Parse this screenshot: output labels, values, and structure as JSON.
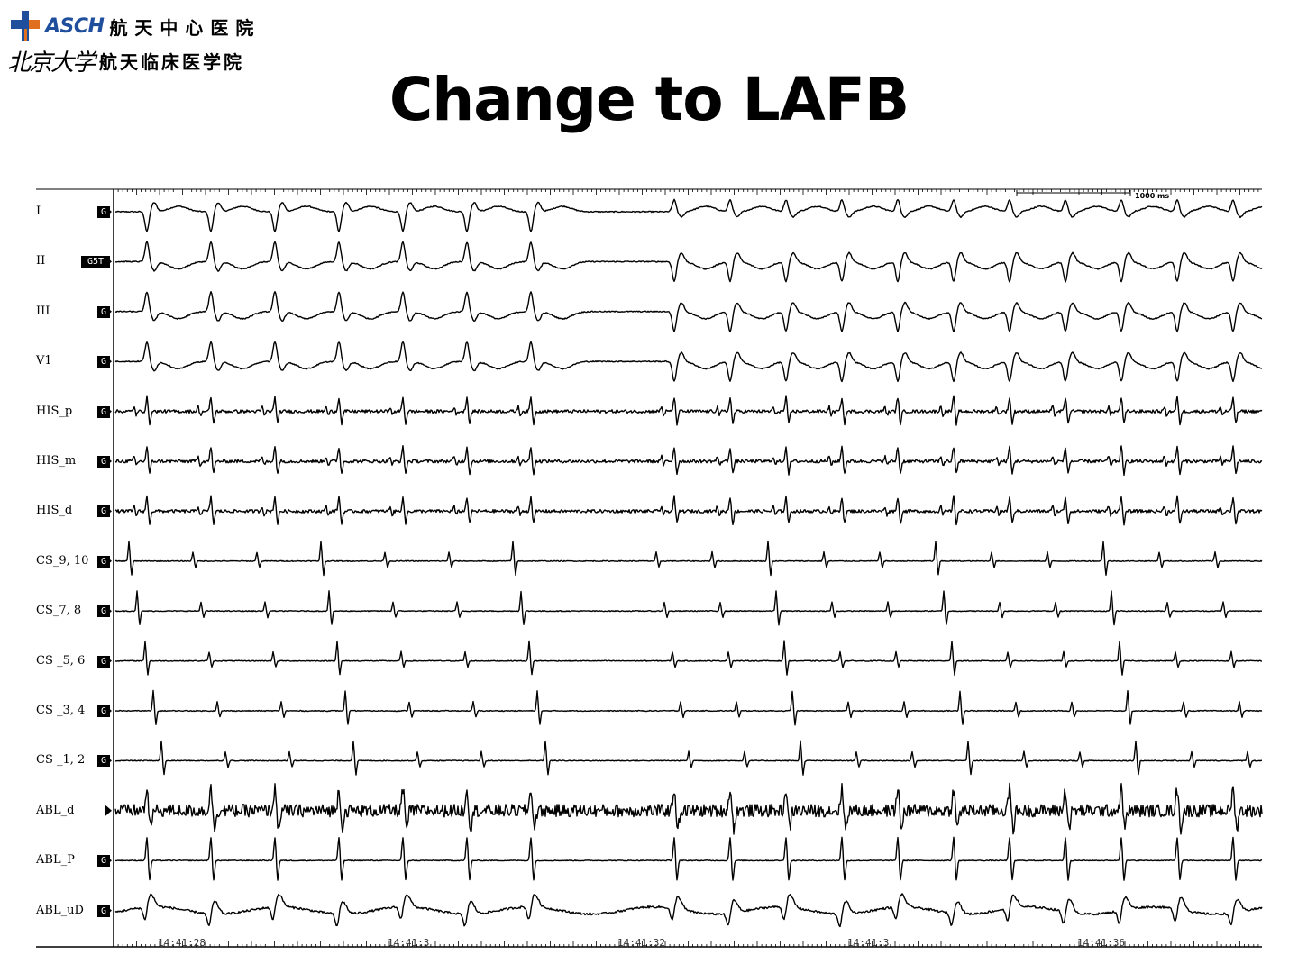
{
  "logo": {
    "brand": "ASCH",
    "name_cn": "航天中心医院",
    "university_script": "北京大学",
    "affiliation_cn": "航天临床医学院",
    "brand_color": "#1f4e9c",
    "accent_color": "#e07020"
  },
  "slide": {
    "title": "Change to LAFB"
  },
  "recording": {
    "scale_label": "1000 ms",
    "channels": [
      {
        "label": "I",
        "tag": "G",
        "kind": "surface_lead"
      },
      {
        "label": "II",
        "tag": "G5T",
        "kind": "surface_lead"
      },
      {
        "label": "III",
        "tag": "G",
        "kind": "surface_lead"
      },
      {
        "label": "V1",
        "tag": "G",
        "kind": "surface_lead"
      },
      {
        "label": "HIS_p",
        "tag": "G",
        "kind": "intracardiac"
      },
      {
        "label": "HIS_m",
        "tag": "G",
        "kind": "intracardiac"
      },
      {
        "label": "HIS_d",
        "tag": "G",
        "kind": "intracardiac"
      },
      {
        "label": "CS_9, 10",
        "tag": "G",
        "kind": "intracardiac"
      },
      {
        "label": "CS_7, 8",
        "tag": "G",
        "kind": "intracardiac"
      },
      {
        "label": "CS _5, 6",
        "tag": "G",
        "kind": "intracardiac"
      },
      {
        "label": "CS _3, 4",
        "tag": "G",
        "kind": "intracardiac"
      },
      {
        "label": "CS _1, 2",
        "tag": "G",
        "kind": "intracardiac"
      },
      {
        "label": "ABL_d",
        "tag": "",
        "kind": "intracardiac"
      },
      {
        "label": "ABL_P",
        "tag": "G",
        "kind": "intracardiac"
      },
      {
        "label": "ABL_uD",
        "tag": "G",
        "kind": "intracardiac"
      }
    ],
    "time_labels": [
      "14:41:28",
      "14:41:3",
      "14:41:32",
      "14:41:3",
      "14:41:36"
    ]
  }
}
